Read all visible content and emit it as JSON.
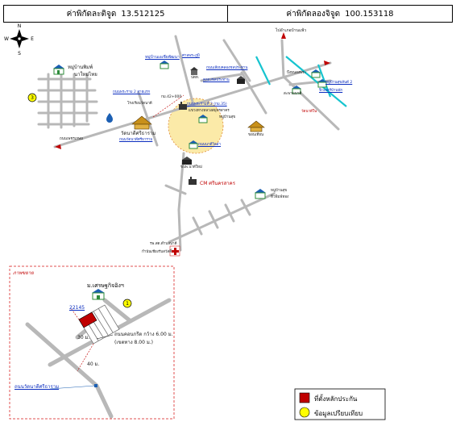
{
  "header": {
    "lat_label": "ค่าพิกัดละติจูด",
    "lat_value": "13.512125",
    "lon_label": "ค่าพิกัดลองจิจูด",
    "lon_value": "100.153118"
  },
  "compass": {
    "n": "N",
    "s": "S",
    "e": "E",
    "w": "W"
  },
  "labels": {
    "to_phetchaburi": "ไปอำเภอบ้านแพ้ว",
    "village_top_left": "หมู่บ้านพิมพ์",
    "village_top_left_2": "นาใหม่ไทย",
    "marker3_label": "3",
    "school_top": "หมู่บ้านเอเชียพัฒนา",
    "temple_right_1": "หมู่บ้านสุขสันต์ 2",
    "temple_right_2": "ฟิวเจอร์บ้านพัก",
    "road_main": "ถนนเพชรเกษม",
    "road_branch": "ถนนพระราม 2 สายแรก",
    "wat": "วัดนาดีศรีธาราม",
    "wat_road": "ถนนวัดนาดีศรีธาราม",
    "pin_center": "ถนนพระรามที่ 2 (กม.35)",
    "pin_center_2": "แขวงทางหลวงสมุทรสาคร",
    "km_label": "กม.42+000",
    "school_near": "หมู่บ้านสุข",
    "hospital_label": "ขอนเทียน",
    "center_red": "กำนันเชียงรับสวัสดิ์",
    "cm_label": "CM ศรีนครสาคร",
    "village_right_lower": "หมู่บ้านสุข",
    "village_right_lower_2": "ทิวพิมพ์ทอง",
    "transformer": "ขบพ.นาดีใหม่",
    "water_tower": "ปตท.",
    "hospital": "รพ.สต.ตำบลนาดี",
    "top_temple": "ศาลพระภูมิ",
    "right_road": "ถนนเลียบคลองชลประทาน",
    "canal_label": "คลองชลประทาน",
    "river_label": "บึงหนองพระ",
    "bridge_label": "สะพานนาดี",
    "mid_road_label": "ถนนนาดีวิลล่า",
    "wat_right": "วัดนาดีใน",
    "school_mid": "โรงเรียนวัดนาดี"
  },
  "inset": {
    "title": "ภาพขยาย",
    "village": "ม.เศรษฐกิจอิงฯ",
    "plot_id": "22145",
    "marker1": "1",
    "dim_30": "30 ม.",
    "dim_40": "40 ม.",
    "road_note_1": "ถนนคอนกรีต กว้าง 6.00 ม.",
    "road_note_2": "(เขตทาง 8.00 ม.)",
    "road_label": "ถนนวัดนาดีศรีธาราม"
  },
  "legend": {
    "items": [
      {
        "label": "ที่ตั้งหลักประกัน",
        "color": "#c00000"
      },
      {
        "label": "ข้อมูลเปรียบเทียบ",
        "color": "#ffff00"
      }
    ]
  },
  "colors": {
    "road": "#b8b8b8",
    "canal": "#16c4cf",
    "highlight": "#fbeaa8",
    "red": "#c00000",
    "blue": "#0b2dbf",
    "inset_border": "#e05050"
  }
}
